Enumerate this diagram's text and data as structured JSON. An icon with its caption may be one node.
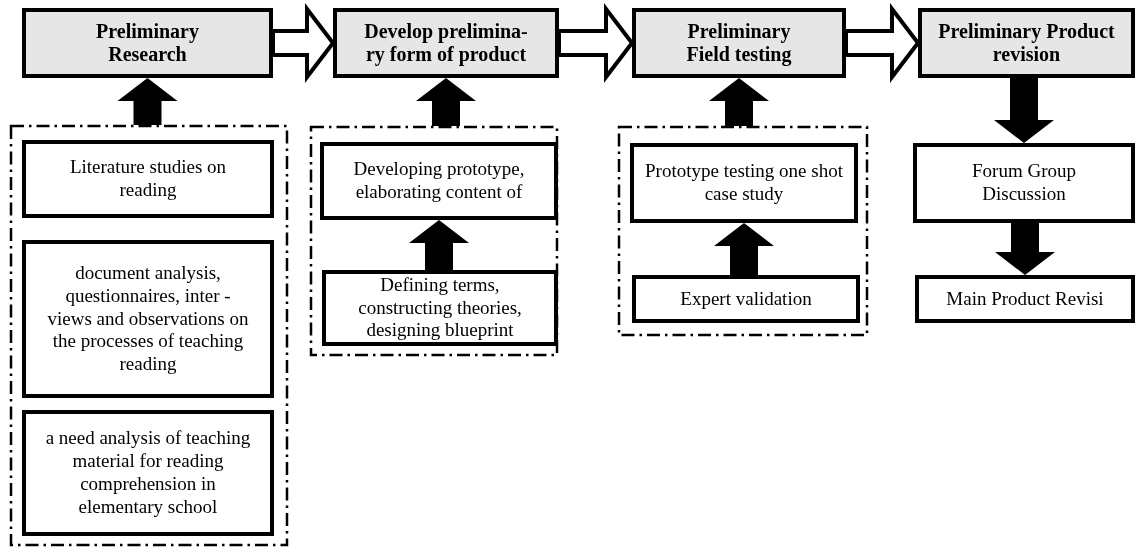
{
  "diagram": {
    "nodes": [
      {
        "text": [
          "Preliminary Research"
        ]
      },
      {
        "text": [
          "Develop prelimina- ry form of product"
        ]
      },
      {
        "text": [
          "Preliminary Field testing"
        ]
      },
      {
        "text": [
          "Preliminary Product revision"
        ]
      },
      {
        "text": [],
        "shape": "box"
      },
      {
        "text": [
          "Literature studies on reading"
        ],
        "in": 4
      },
      {
        "text": [
          "document analysis, questionnaires, inter - views and observations on the processes of teaching reading"
        ],
        "in": 4
      },
      {
        "text": [
          "a need analysis of teaching material for reading comprehension in elementary school"
        ],
        "in": 4
      },
      {
        "text": [],
        "shape": "box"
      },
      {
        "text": [
          "Developing prototype, elaborating content of"
        ],
        "in": 8
      },
      {
        "text": [
          "Defining terms, constructing theories, designing blueprint"
        ],
        "in": 8
      },
      {
        "text": [],
        "shape": "box"
      },
      {
        "text": [
          "Prototype testing one shot case study"
        ],
        "in": 11
      },
      {
        "text": [
          "Expert validation"
        ],
        "in": 11
      },
      {
        "text": [
          "Forum Group Discussion"
        ]
      },
      {
        "text": [
          "Main Product Revisi"
        ]
      }
    ],
    "edges": [
      {
        "from": 0,
        "to": 1,
        "arrow": "to"
      },
      {
        "from": 1,
        "to": 2,
        "arrow": "to"
      },
      {
        "from": 2,
        "to": 3,
        "arrow": "to"
      },
      {
        "from": 4,
        "to": 0,
        "arrow": "to"
      },
      {
        "from": 8,
        "to": 1,
        "arrow": "to"
      },
      {
        "from": 10,
        "to": 9,
        "arrow": "to"
      },
      {
        "from": 11,
        "to": 2,
        "arrow": "to"
      },
      {
        "from": 13,
        "to": 12,
        "arrow": "to"
      },
      {
        "from": 3,
        "to": 14,
        "arrow": "to"
      },
      {
        "from": 14,
        "to": 15,
        "arrow": "to"
      }
    ]
  }
}
